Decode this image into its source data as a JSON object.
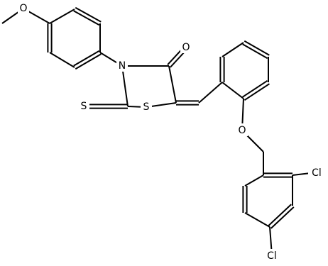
{
  "atom_labels": {
    "methoxy_oxygen": "O",
    "ketone_oxygen": "O",
    "nitrogen": "N",
    "ring_sulfur": "S",
    "thione_sulfur": "S",
    "ether_oxygen": "O",
    "chlorine_ortho": "Cl",
    "chlorine_para": "Cl"
  },
  "colors": {
    "bond": "#000000",
    "label": "#000000",
    "background": "#ffffff"
  }
}
